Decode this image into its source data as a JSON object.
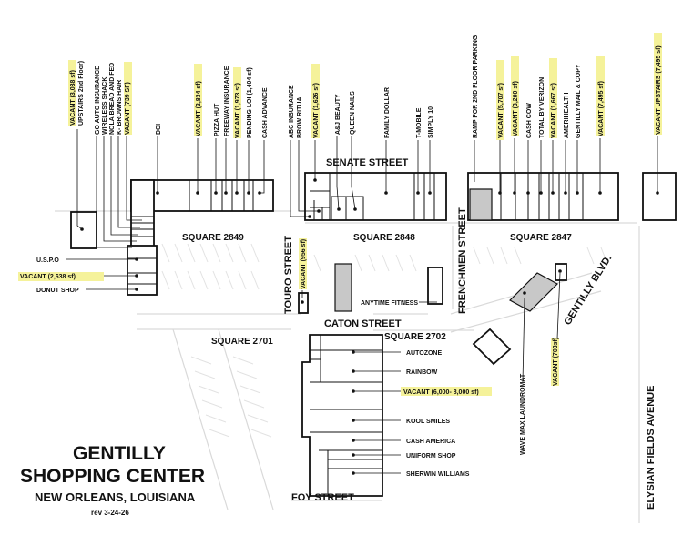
{
  "title": {
    "line1": "GENTILLY",
    "line2": "SHOPPING CENTER",
    "city": "NEW ORLEANS, LOUISIANA",
    "rev": "rev 3-24-26"
  },
  "streets": {
    "senate": "SENATE STREET",
    "caton": "CATON STREET",
    "foy": "FOY STREET",
    "touro": "TOURO STREET",
    "frenchmen": "FRENCHMEN STREET",
    "gentilly": "GENTILLY BLVD.",
    "elysian": "ELYSIAN FIELDS AVENUE"
  },
  "squares": {
    "s2849": "SQUARE 2849",
    "s2848": "SQUARE 2848",
    "s2847": "SQUARE 2847",
    "s2701": "SQUARE 2701",
    "s2702": "SQUARE 2702"
  },
  "labels": {
    "vacant_upstairs_3038": "VACANT (3,038 sf)",
    "upstairs_2nd_floor": "UPSTAIRS 2nd Floor)",
    "go_auto": "GO AUTO INSURANCE",
    "wireless_shack": "WIRELESS SHACK",
    "nola_bread": "NOLA BREAD AND FED",
    "k_browns": "K- BROWNS HAIR",
    "vacant_739": "VACANT (739 SF)",
    "dci": "DCI",
    "vacant_2834": "VACANT (2,834 sf)",
    "pizza_hut": "PIZZA HUT",
    "freeway": "FREEWAY INSURANCE",
    "vacant_1973": "VACANT (1,973 sf)",
    "pending_loi": "PENDING LOI (1,404 sf)",
    "cash_advance": "CASH ADVANCE",
    "abc_insurance": "ABC INSURANCE",
    "brow_ritual": "BROW RITUAL",
    "vacant_1626": "VACANT (1,626 sf)",
    "aj_beauty": "A&J BEAUTY",
    "queen_nails": "QUEEN NAILS",
    "family_dollar": "FAMILY DOLLAR",
    "t_mobile": "T-MOBILE",
    "simply_10": "SIMPLY 10",
    "ramp": "RAMP FOR 2ND FLOOR PARKING",
    "vacant_5707": "VACANT (5,707 sf)",
    "vacant_3200": "VACANT (3,200 sf)",
    "cash_cow": "CASH COW",
    "total_verizon": "TOTAL BY VERIZON",
    "vacant_1667": "VACANT (1,667 sf)",
    "amerihealth": "AMERIHEALTH",
    "gentilly_mail": "GENTILLY MAIL & COPY",
    "vacant_7495": "VACANT (7,495 sf)",
    "vacant_upstairs_7495": "VACANT UPSTAIRS (7,495 sf)",
    "uspo": "U.S.P.O",
    "vacant_2638": "VACANT (2,638 sf)",
    "donut_shop": "DONUT SHOP",
    "vacant_956": "VACANT (956 sf)",
    "anytime_fitness": "ANYTIME FITNESS",
    "autozone": "AUTOZONE",
    "rainbow": "RAINBOW",
    "vacant_6000": "VACANT (6,000- 8,000 sf)",
    "kool_smiles": "KOOL SMILES",
    "cash_america": "CASH AMERICA",
    "uniform_shop": "UNIFORM SHOP",
    "sherwin": "SHERWIN WILLIAMS",
    "wave_max": "WAVE MAX LAUNDROMAT",
    "vacant_703": "VACANT (703sf)"
  },
  "colors": {
    "vacant_highlight": "#f5f29a",
    "ink": "#111111",
    "building_gray": "#c8c8c8",
    "road_gray": "#d9d9d9"
  }
}
